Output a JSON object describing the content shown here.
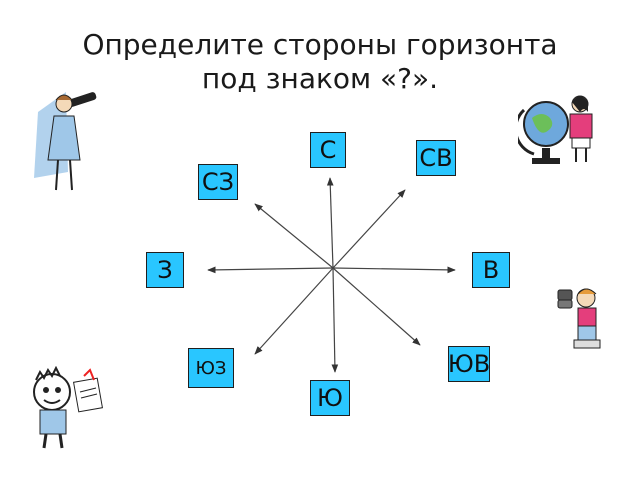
{
  "title": {
    "line1": "Определите стороны горизонта",
    "line2": "под знаком  «?»."
  },
  "directions": {
    "n": "С",
    "ne": "СВ",
    "nw": "СЗ",
    "w": "З",
    "e": "В",
    "sw": "ЮЗ",
    "se": "ЮВ",
    "s": "Ю"
  },
  "colors": {
    "box_fill": "#29c6ff",
    "arrow": "#333333"
  },
  "icons": [
    "telescope-girl-icon",
    "globe-girl-icon",
    "binoculars-girl-icon",
    "boy-with-paper-icon"
  ]
}
